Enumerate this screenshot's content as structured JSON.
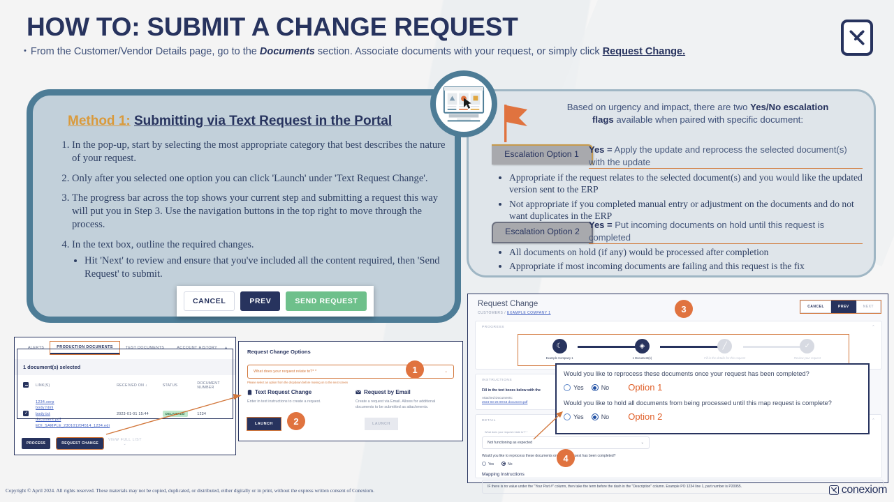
{
  "header": {
    "title": "HOW TO: SUBMIT A CHANGE REQUEST",
    "bullet_part1": "From the Customer/Vendor Details page, go to the ",
    "bullet_em": "Documents",
    "bullet_part2": " section. Associate documents with your request, or simply click ",
    "bullet_link": "Request Change.",
    "logo_name": "conexiom-x-logo"
  },
  "method": {
    "label": "Method 1:",
    "title": "Submitting via Text Request in the Portal",
    "steps": [
      "In the pop-up, start by selecting the most appropriate category that best describes the nature of your request.",
      "Only after you selected one option you can click 'Launch' under 'Text Request Change'.",
      "The progress bar across the top shows your current step and submitting a request this way will put you in Step 3. Use the navigation buttons in the top right to move through the process.",
      "In the text box, outline the required changes."
    ],
    "substep": "Hit 'Next' to review and ensure that you've included all the content required, then 'Send Request' to submit."
  },
  "float_buttons": {
    "cancel": "CANCEL",
    "prev": "PREV",
    "send": "SEND REQUEST"
  },
  "escalation": {
    "intro_1": "Based on urgency and impact, there are two ",
    "intro_bold": "Yes/No escalation flags",
    "intro_2": " available when paired with specific document:",
    "option1_tag": "Escalation Option 1",
    "option1_def_bold": "Yes =",
    "option1_def": " Apply the update and reprocess the selected document(s) with the update",
    "option1_bullets": [
      "Appropriate if the request relates to the selected document(s) and you would like the updated version sent to the ERP",
      "Not appropriate if you completed manual entry or adjustment on the documents and do not want duplicates in the ERP"
    ],
    "option2_tag": "Escalation Option 2",
    "option2_def_bold": "Yes =",
    "option2_def": " Put incoming documents on hold until this request is completed",
    "option2_bullets": [
      "All documents on hold (if any) would be processed after completion",
      "Appropriate if most incoming documents are failing and this request is the fix"
    ]
  },
  "shot_documents": {
    "tabs": [
      "ALERTS",
      "PRODUCTION DOCUMENTS",
      "TEST DOCUMENTS",
      "ACCOUNT HISTORY"
    ],
    "active_tab": "PRODUCTION DOCUMENTS",
    "selected_banner": "1 document(s) selected",
    "columns": [
      "LINK(S)",
      "RECEIVED ON",
      "STATUS",
      "DOCUMENT NUMBER"
    ],
    "row": {
      "links": [
        "1234.xerp",
        "body.html",
        "body.txt",
        "document.pdf",
        "EDI_SAMPLE_230101204514_1234.edi"
      ],
      "received_on": "2023-01-01 15:44",
      "status": "DELIVERED",
      "document_number": "1234"
    },
    "view_full": "VIEW FULL LIST",
    "process_btn": "PROCESS",
    "request_change_btn": "REQUEST CHANGE"
  },
  "shot_options": {
    "title": "Request Change Options",
    "select_placeholder": "What does your request relate to?* *",
    "error_note": "Please select an option from the dropdown before moving on to the next screen",
    "col_text_title": "Text Request Change",
    "col_text_sub": "Enter in text instructions to create a request.",
    "col_email_title": "Request by Email",
    "col_email_sub": "Create a request via Email. Allows for additional documents to be submitted as attachments.",
    "launch_primary": "LAUNCH",
    "launch_disabled": "LAUNCH"
  },
  "shot_request": {
    "title": "Request Change",
    "breadcrumb_root": "CUSTOMERS",
    "breadcrumb_sep": " / ",
    "breadcrumb_leaf": "EXAMPLE COMPANY 1",
    "nav": {
      "cancel": "CANCEL",
      "prev": "PREV",
      "next": "NEXT"
    },
    "progress_label": "PROGRESS",
    "steps": [
      {
        "label": "Example Company 1",
        "state": "done",
        "icon": "user-icon"
      },
      {
        "label": "1 Document(s)",
        "state": "done",
        "icon": "layers-icon"
      },
      {
        "label": "Fill in the details for this request",
        "state": "todo",
        "icon": "pencil-icon"
      },
      {
        "label": "Review your request",
        "state": "todo",
        "icon": "check-icon"
      }
    ],
    "instructions_label": "INSTRUCTIONS",
    "instructions_body": "Fill in the text boxes below with the",
    "attached_label": "Attached Documents:",
    "attached_file": "2024-03-26 09:53 document.pdf",
    "detail_label": "DETAIL",
    "detail_field_caption": "What does your request relate to?* *",
    "detail_field_value": "Not functioning as expected",
    "detail_question": "Would you like to reprocess these documents once your request has been completed?",
    "radio_yes": "Yes",
    "radio_no": "No",
    "mapping_title": "Mapping Instructions",
    "mapping_text": "IF there is no value under the \"Your Part #\" column, then take the term before the dash in the \"Description\" column. Example PO 1234 line 1, part number is P20955."
  },
  "overlay": {
    "q1": "Would you like to reprocess these documents once your request has been completed?",
    "q2": "Would you like to hold all documents from being processed until this map request is complete?",
    "yes": "Yes",
    "no": "No",
    "tag1": "Option 1",
    "tag2": "Option 2"
  },
  "badges": [
    "1",
    "2",
    "3",
    "4"
  ],
  "footer": {
    "copyright": "Copyright © April 2024. All rights reserved. These materials may not be copied, duplicated, or distributed, either digitally or in print, without the express written consent of Conexiom.",
    "logo_word": "conexiom"
  },
  "colors": {
    "navy": "#27335e",
    "orange": "#e0733f",
    "steel": "#4d7c96",
    "card_blue": "#c2d0da",
    "green": "#6ec08b"
  }
}
